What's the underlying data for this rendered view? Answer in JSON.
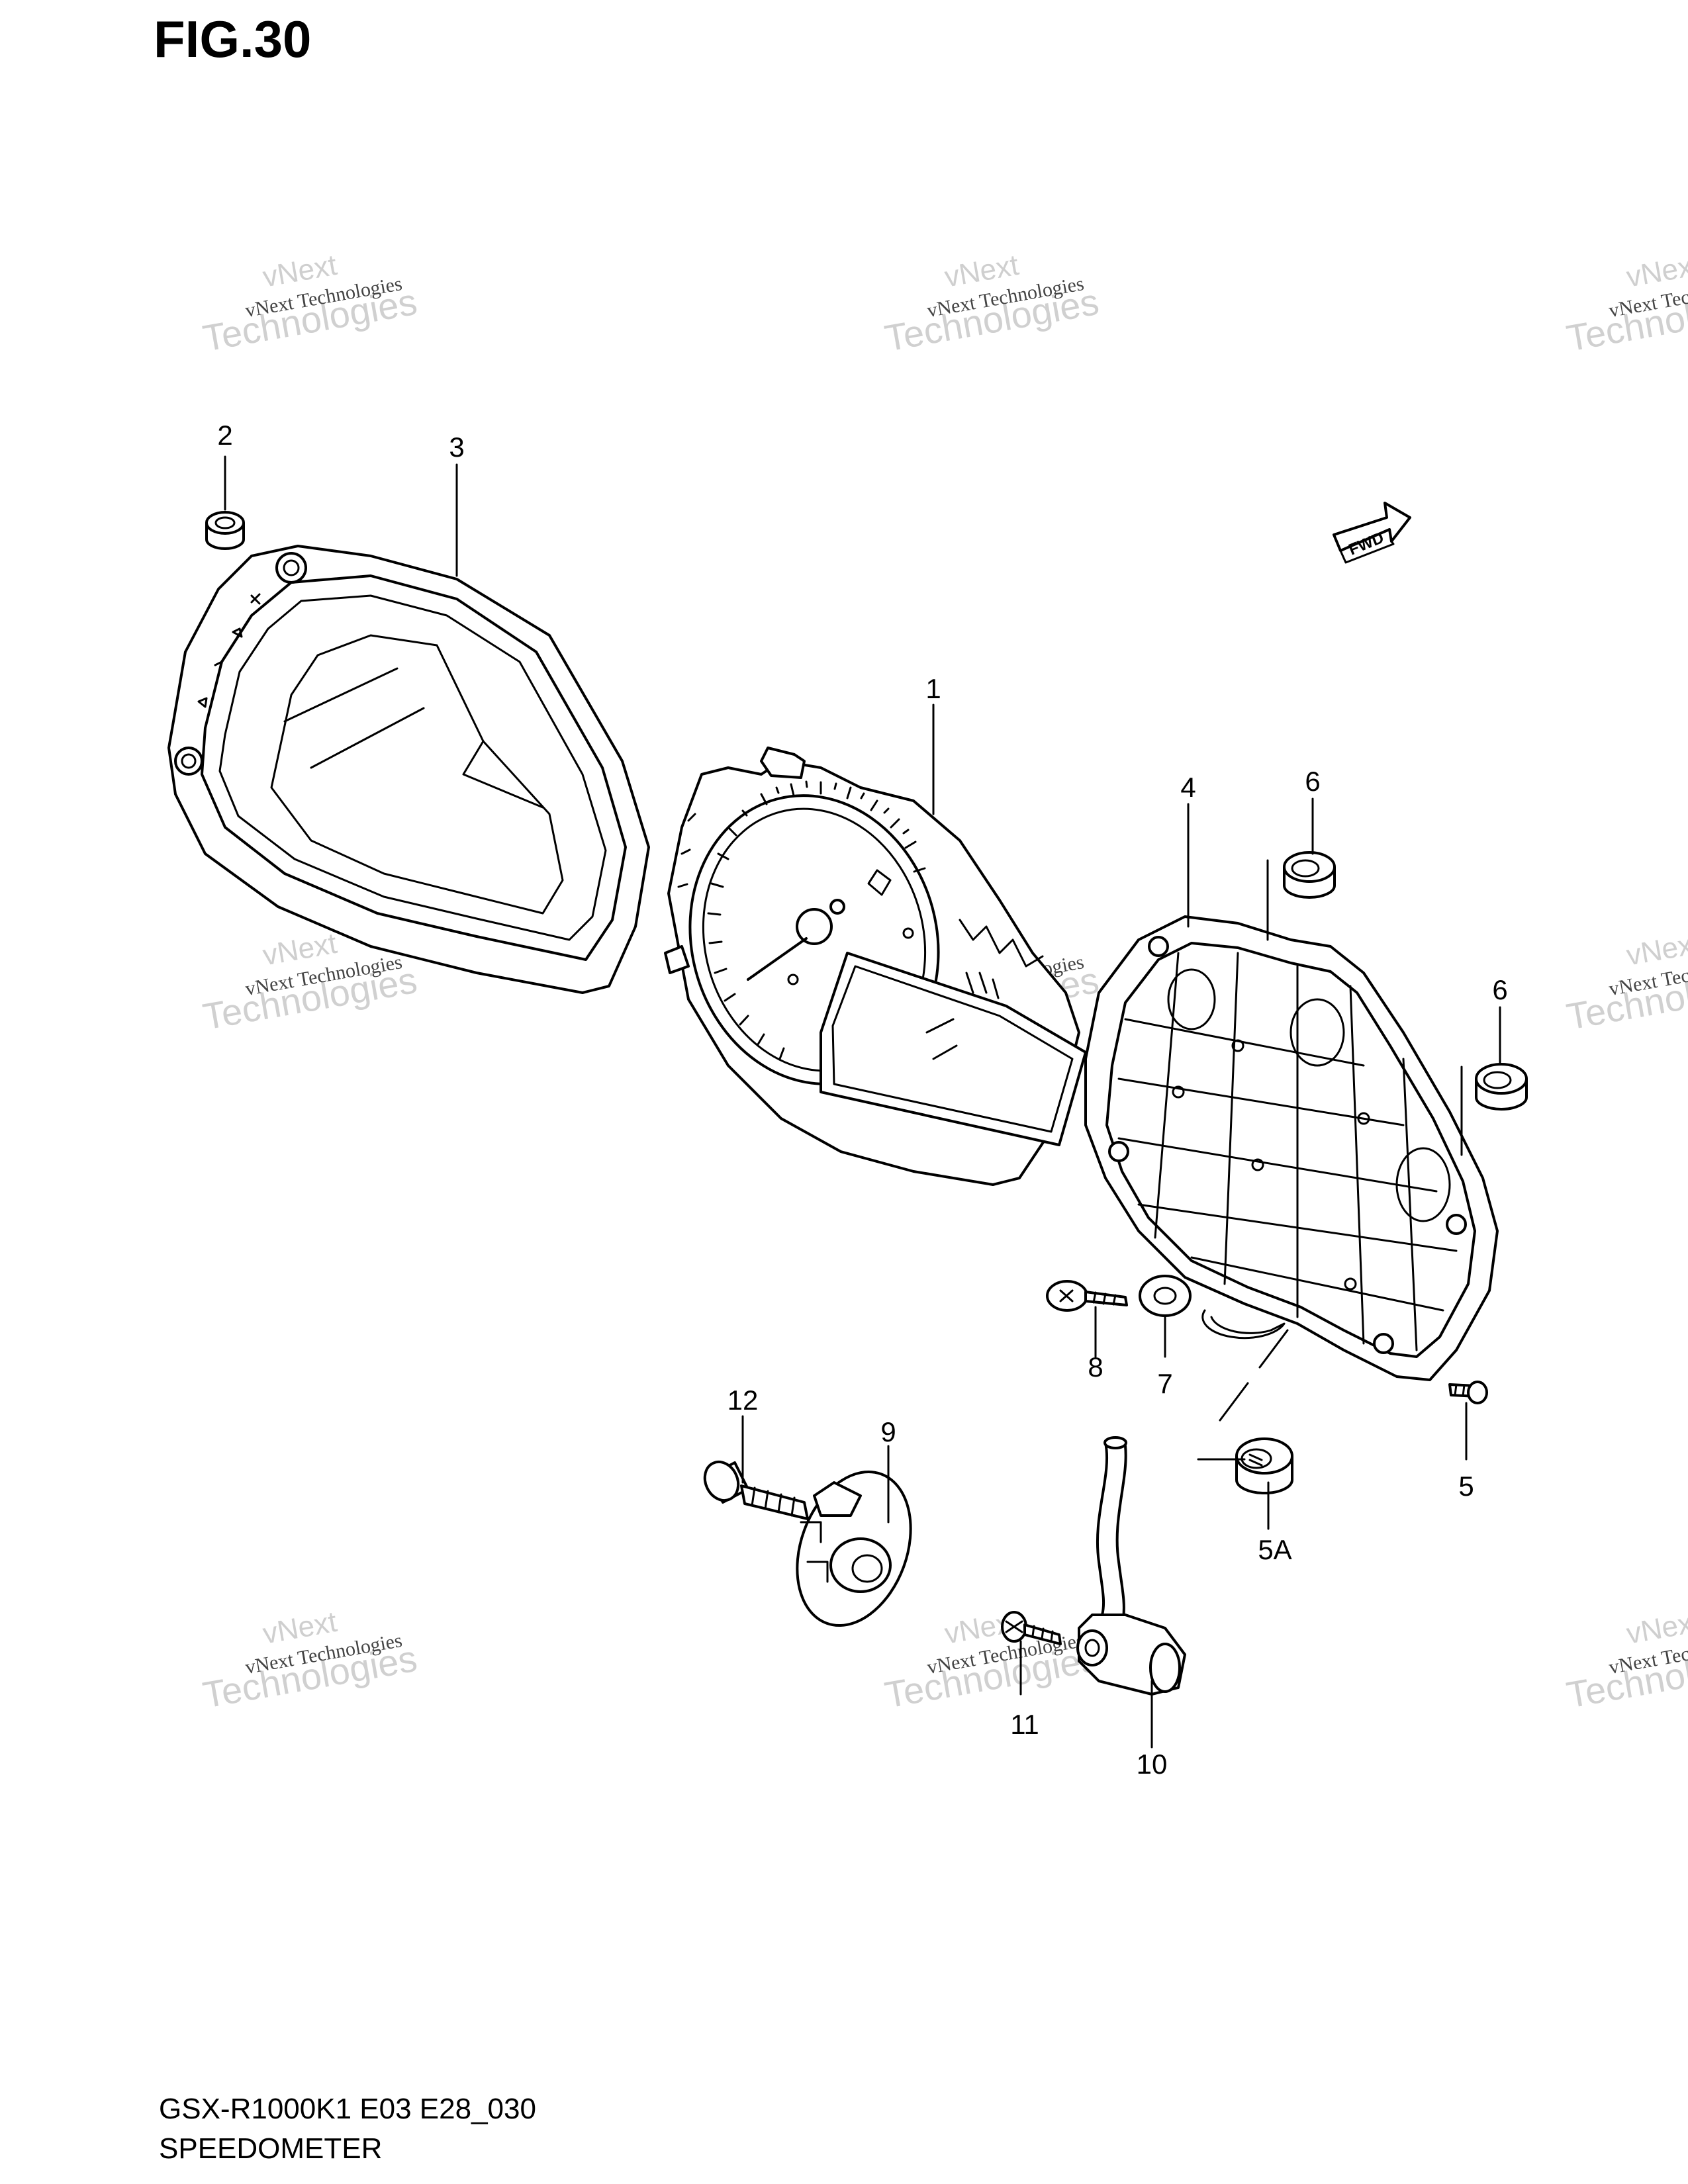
{
  "figure": {
    "title": "FIG.30"
  },
  "footer": {
    "model_code": "GSX-R1000K1 E03 E28_030",
    "assembly_name": "SPEEDOMETER"
  },
  "direction_marker": {
    "label": "FWD"
  },
  "callouts": [
    {
      "id": "1",
      "text": "1"
    },
    {
      "id": "2",
      "text": "2"
    },
    {
      "id": "3",
      "text": "3"
    },
    {
      "id": "4",
      "text": "4"
    },
    {
      "id": "5",
      "text": "5"
    },
    {
      "id": "5A",
      "text": "5A"
    },
    {
      "id": "6a",
      "text": "6"
    },
    {
      "id": "6b",
      "text": "6"
    },
    {
      "id": "7",
      "text": "7"
    },
    {
      "id": "8",
      "text": "8"
    },
    {
      "id": "9",
      "text": "9"
    },
    {
      "id": "10",
      "text": "10"
    },
    {
      "id": "11",
      "text": "11"
    },
    {
      "id": "12",
      "text": "12"
    }
  ],
  "watermark": {
    "line1": "vNext Technologies",
    "line2": "Technologies",
    "line3": "vNext"
  }
}
